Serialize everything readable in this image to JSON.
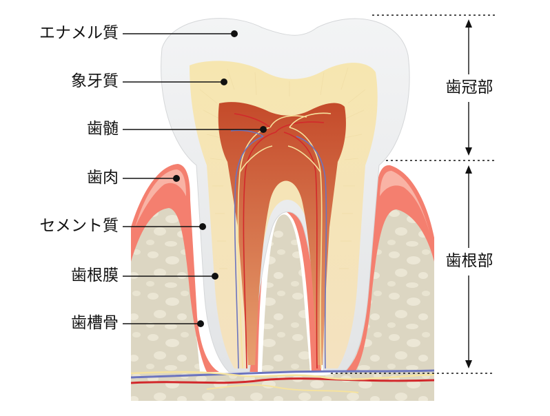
{
  "labels": {
    "enamel": "エナメル質",
    "dentin": "象牙質",
    "pulp": "歯髄",
    "gingiva": "歯肉",
    "cementum": "セメント質",
    "pdl": "歯根膜",
    "alveolar_bone": "歯槽骨",
    "crown": "歯冠部",
    "root": "歯根部"
  },
  "colors": {
    "enamel": "#ecedee",
    "dentin": "#f7ebc0",
    "pulp": "#c8512f",
    "gingiva": "#f47f6f",
    "gingiva_light": "#f9b3a5",
    "bone": "#d9d4bf",
    "vessel_red": "#d2282b",
    "vessel_blue": "#6b74bf",
    "nerve": "#f6e39e"
  }
}
